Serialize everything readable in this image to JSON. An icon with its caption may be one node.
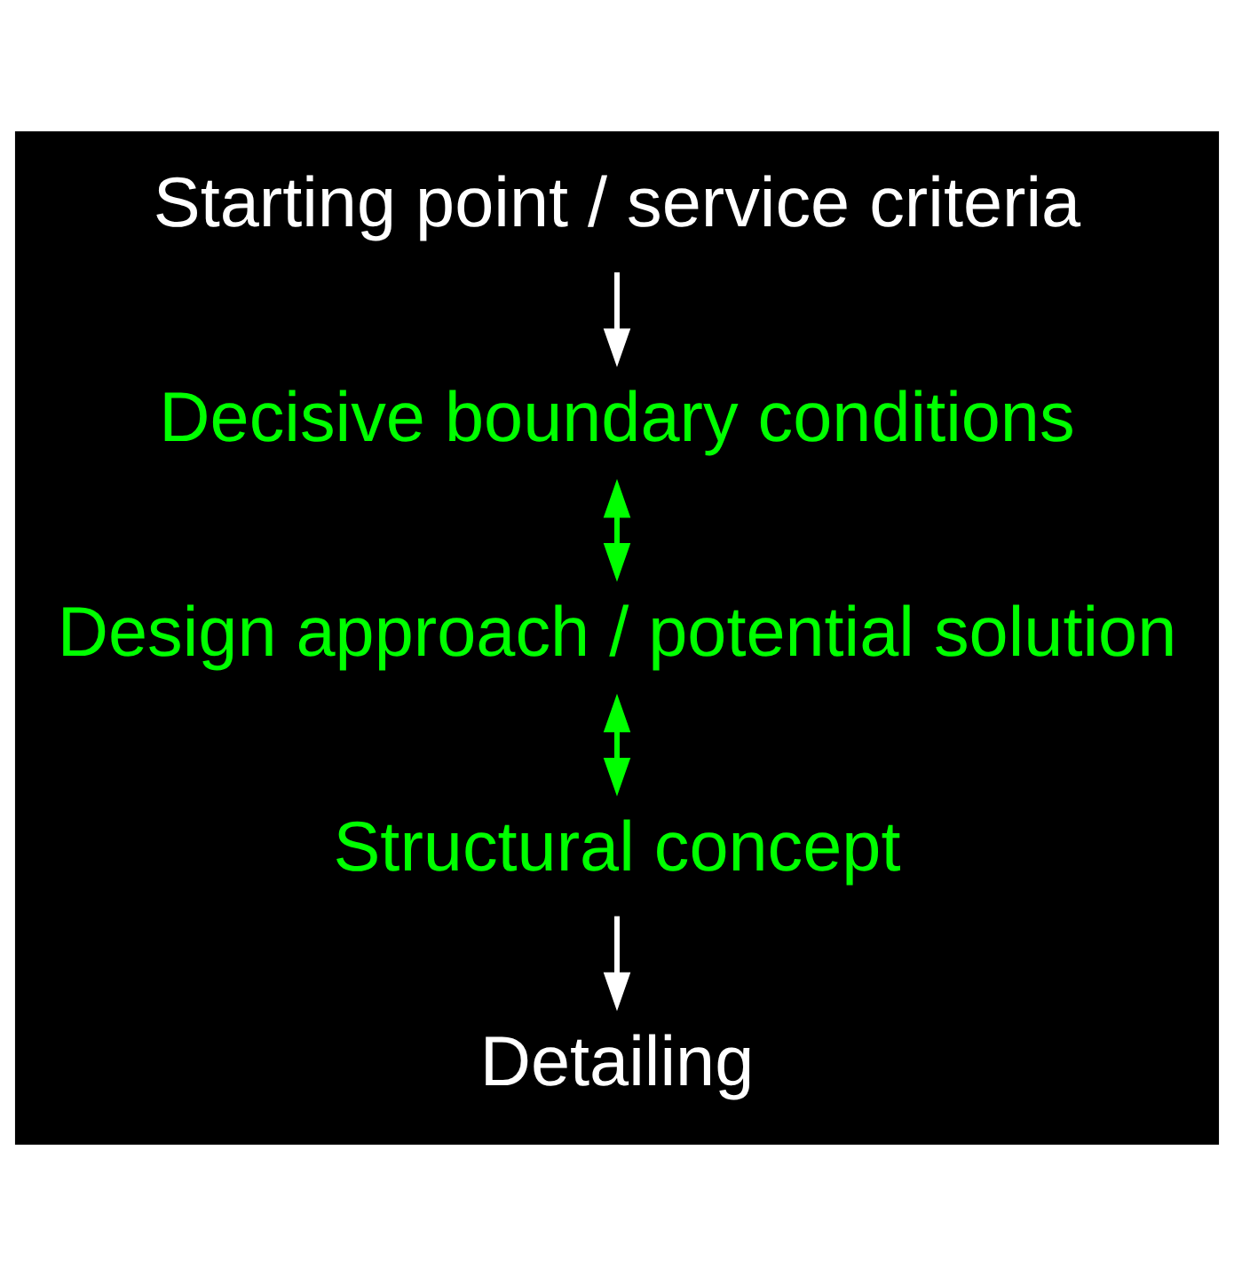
{
  "diagram": {
    "nodes": [
      {
        "text": [
          "Starting point / service criteria"
        ]
      },
      {
        "text": [
          "Decisive boundary conditions"
        ]
      },
      {
        "text": [
          "Design approach / potential solution"
        ]
      },
      {
        "text": [
          "Structural concept"
        ]
      },
      {
        "text": [
          "Detailing"
        ]
      }
    ],
    "edges": [
      {
        "from": 0,
        "to": 1,
        "arrow": "to",
        "color": "#ffffff"
      },
      {
        "from": 1,
        "to": 2,
        "arrow": "both",
        "color": "#00ff00"
      },
      {
        "from": 2,
        "to": 3,
        "arrow": "both",
        "color": "#00ff00"
      },
      {
        "from": 3,
        "to": 4,
        "arrow": "to",
        "color": "#ffffff"
      }
    ]
  }
}
